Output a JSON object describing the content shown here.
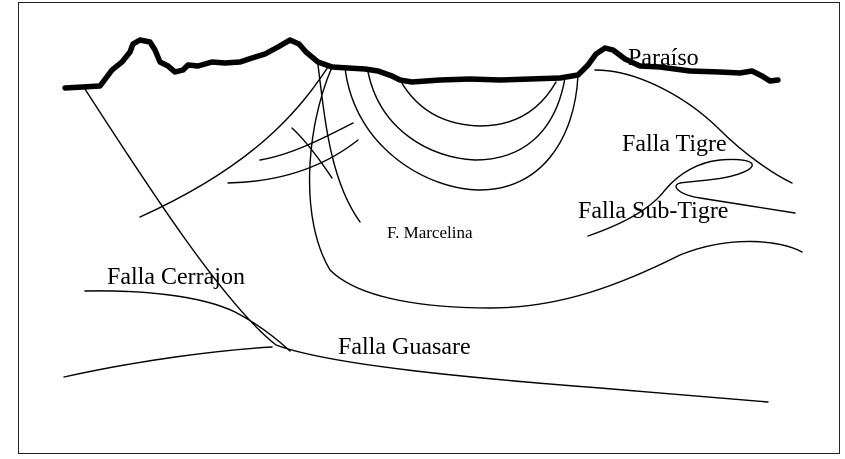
{
  "labels": {
    "paraiso": "Paraíso",
    "falla_tigre": "Falla Tigre",
    "falla_sub_tigre": "Falla Sub-Tigre",
    "f_marcelina": "F. Marcelina",
    "falla_cerrajon": "Falla Cerrajon",
    "falla_guasare": "Falla Guasare"
  },
  "colors": {
    "ink": "#000000",
    "background": "#ffffff",
    "frame": "#222222"
  }
}
